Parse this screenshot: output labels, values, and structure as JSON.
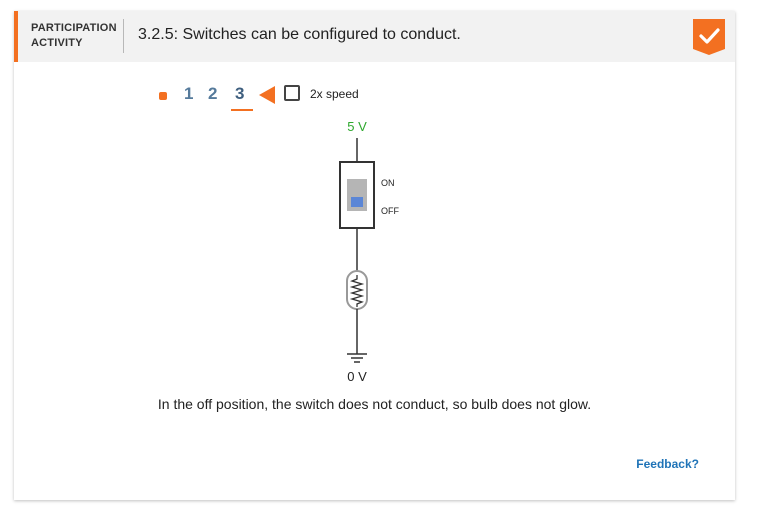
{
  "header": {
    "type_label_line1": "PARTICIPATION",
    "type_label_line2": "ACTIVITY",
    "title": "3.2.5: Switches can be configured to conduct.",
    "completed_icon": "check-icon"
  },
  "controls": {
    "start_icon": "square-start-icon",
    "steps": [
      "1",
      "2",
      "3"
    ],
    "current_step": "3",
    "play_icon": "play-reverse-triangle-icon",
    "speed_label": "2x speed",
    "speed_checked": false
  },
  "circuit": {
    "supply_label": "5 V",
    "switch_on_label": "ON",
    "switch_off_label": "OFF",
    "ground_label": "0 V",
    "switch_state": "OFF"
  },
  "caption": "In the off position, the switch does not conduct, so bulb does not glow.",
  "feedback_label": "Feedback?",
  "colors": {
    "accent": "#f37021",
    "step_blue": "#557a9b",
    "supply_green": "#2ea82e",
    "switch_knob": "#5b86d6",
    "link_blue": "#1f73b7"
  }
}
